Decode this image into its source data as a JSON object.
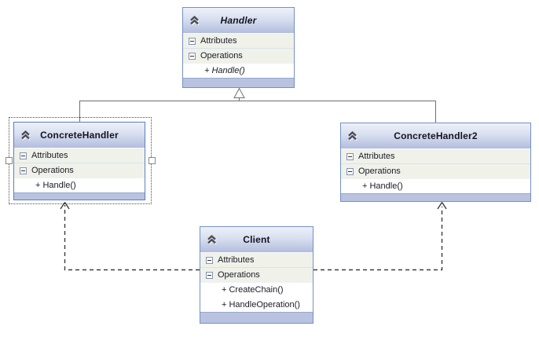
{
  "diagram_type": "uml-class-diagram",
  "classes": [
    {
      "name": "Handler",
      "name_italic": true,
      "attributes_label": "Attributes",
      "operations_label": "Operations",
      "members": [
        {
          "text": "+ Handle()",
          "italic": true
        }
      ]
    },
    {
      "name": "ConcreteHandler",
      "selected": true,
      "attributes_label": "Attributes",
      "operations_label": "Operations",
      "members": [
        {
          "text": "+ Handle()",
          "italic": false
        }
      ]
    },
    {
      "name": "ConcreteHandler2",
      "attributes_label": "Attributes",
      "operations_label": "Operations",
      "members": [
        {
          "text": "+ Handle()",
          "italic": false
        }
      ]
    },
    {
      "name": "Client",
      "attributes_label": "Attributes",
      "operations_label": "Operations",
      "members": [
        {
          "text": "+ CreateChain()",
          "italic": false
        },
        {
          "text": "+ HandleOperation()",
          "italic": false
        }
      ]
    }
  ],
  "relationships": [
    {
      "type": "inheritance",
      "from": "ConcreteHandler",
      "to": "Handler"
    },
    {
      "type": "inheritance",
      "from": "ConcreteHandler2",
      "to": "Handler"
    },
    {
      "type": "dashed-association",
      "from": "Client",
      "to": "ConcreteHandler"
    },
    {
      "type": "dashed-association",
      "from": "Client",
      "to": "ConcreteHandler2"
    }
  ],
  "selection": {
    "selected_class": "ConcreteHandler"
  },
  "icons": {
    "header_collapse": "double-chevron-up",
    "section_collapse": "minus-box"
  },
  "colors": {
    "box_border": "#7491c6",
    "header_gradient_top": "#eef1f9",
    "header_gradient_bottom": "#b2bddd",
    "section_row_bg": "#f0f2ea",
    "member_row_bg": "#ffffff",
    "footer_bg": "#b9c3e0",
    "solid_connector": "#6f6f6f",
    "dashed_connector": "#3c3c3c",
    "canvas_bg": "#ffffff"
  }
}
